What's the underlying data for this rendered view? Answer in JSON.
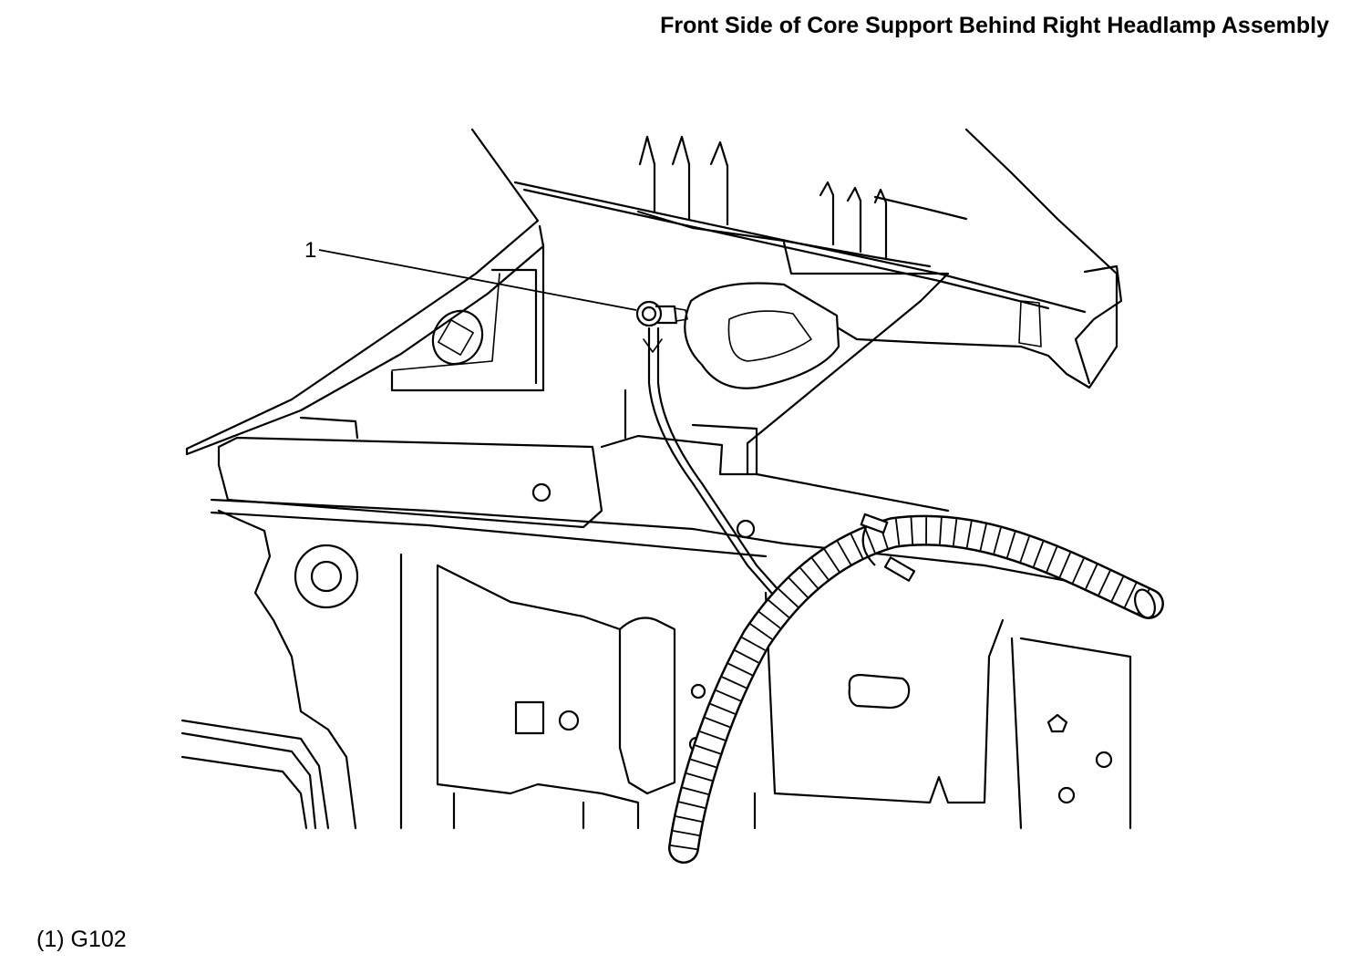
{
  "title": "Front Side of Core Support Behind Right Headlamp Assembly",
  "callouts": [
    {
      "number": "1"
    }
  ],
  "legend": [
    {
      "number": "(1)",
      "label": "G102"
    }
  ]
}
